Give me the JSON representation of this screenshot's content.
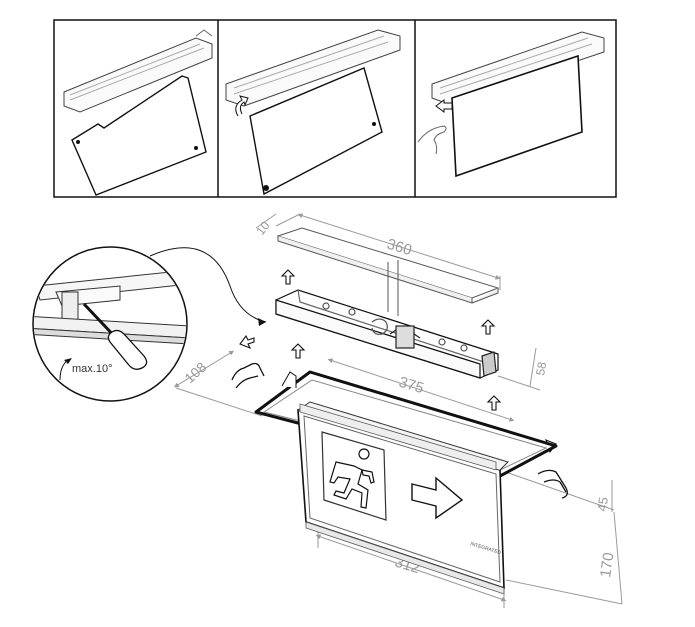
{
  "dimensions": {
    "width_top": "360",
    "thickness_top": "10",
    "length_mid": "375",
    "depth_left": "108",
    "height_housing": "58",
    "width_bottom": "312",
    "height_side": "45",
    "height_panel": "170"
  },
  "callout": {
    "max_angle": "max.10°"
  },
  "sign": {
    "brand": "INTEGRATED"
  },
  "colors": {
    "line": "#1a1a1a",
    "dimension": "#9a9a9a"
  }
}
